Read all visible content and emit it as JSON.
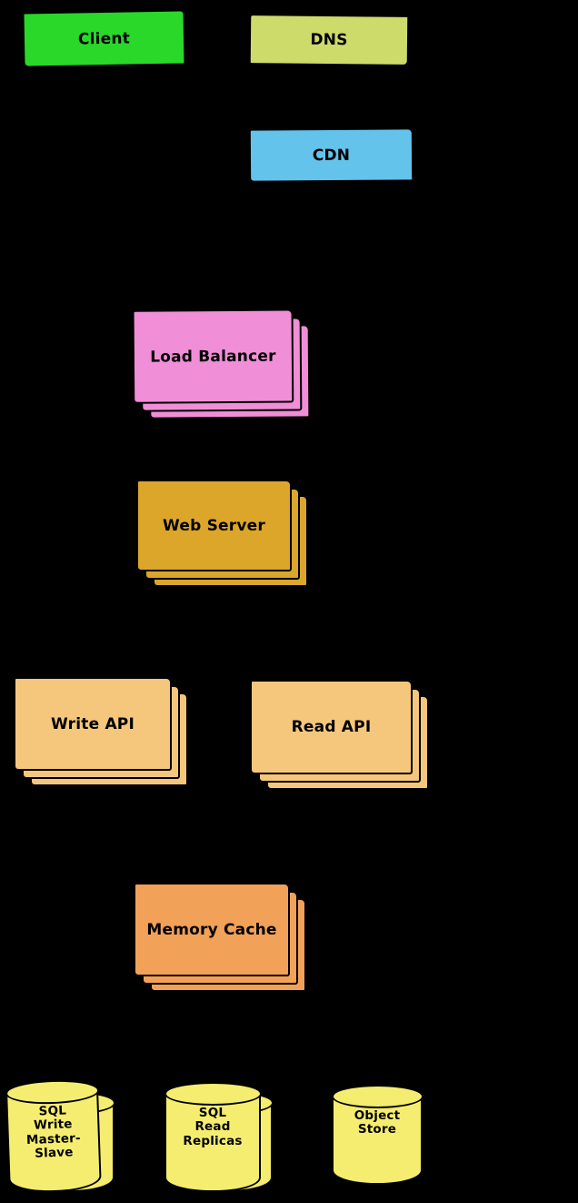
{
  "canvas": {
    "background_color": "#000000"
  },
  "nodes": {
    "client": {
      "label": "Client",
      "color": "#29D829",
      "shape": "box",
      "stacked": false
    },
    "dns": {
      "label": "DNS",
      "color": "#CDDB6B",
      "shape": "box",
      "stacked": false
    },
    "cdn": {
      "label": "CDN",
      "color": "#63C3EB",
      "shape": "box",
      "stacked": false
    },
    "load_balancer": {
      "label": "Load Balancer",
      "color": "#F08ED7",
      "shape": "box",
      "stacked": true
    },
    "web_server": {
      "label": "Web Server",
      "color": "#DBA62A",
      "shape": "box",
      "stacked": true
    },
    "write_api": {
      "label": "Write API",
      "color": "#F5C77D",
      "shape": "box",
      "stacked": true
    },
    "read_api": {
      "label": "Read API",
      "color": "#F5C77D",
      "shape": "box",
      "stacked": true
    },
    "memory_cache": {
      "label": "Memory Cache",
      "color": "#F2A158",
      "shape": "box",
      "stacked": true
    },
    "sql_write_master_slave": {
      "label": "SQL\nWrite\nMaster-\nSlave",
      "color": "#F5ED70",
      "shape": "cylinder",
      "stacked": true
    },
    "sql_read_replicas": {
      "label": "SQL\nRead\nReplicas",
      "color": "#F5ED70",
      "shape": "cylinder",
      "stacked": true
    },
    "object_store": {
      "label": "Object\nStore",
      "color": "#F5ED70",
      "shape": "cylinder",
      "stacked": false
    }
  }
}
